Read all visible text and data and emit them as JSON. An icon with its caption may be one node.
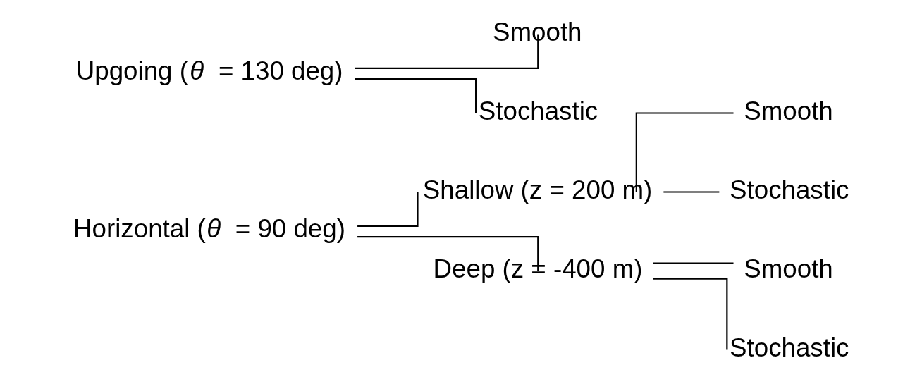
{
  "diagram": {
    "nodes": [
      {
        "text": [
          "Horizontal (*θ* = 90 deg)"
        ]
      },
      {
        "text": [
          "Shallow (z = 200 m)"
        ]
      },
      {
        "text": [
          "Deep (z = -400 m)"
        ]
      },
      {
        "text": [
          "Smooth"
        ]
      },
      {
        "text": [
          "Stochastic"
        ]
      },
      {
        "text": [
          "Smooth"
        ]
      },
      {
        "text": [
          "Stochastic"
        ]
      },
      {
        "text": [
          "Upgoing (*θ* = 130 deg)"
        ]
      },
      {
        "text": [
          "Smooth"
        ]
      },
      {
        "text": [
          "Stochastic"
        ]
      }
    ],
    "edges": [
      {
        "from": 0,
        "to": 1,
        "arrow": "none"
      },
      {
        "from": 0,
        "to": 2,
        "arrow": "none"
      },
      {
        "from": 1,
        "to": 3,
        "arrow": "none"
      },
      {
        "from": 1,
        "to": 4,
        "arrow": "none"
      },
      {
        "from": 2,
        "to": 5,
        "arrow": "none"
      },
      {
        "from": 2,
        "to": 6,
        "arrow": "none"
      },
      {
        "from": 7,
        "to": 8,
        "arrow": "none"
      },
      {
        "from": 7,
        "to": 9,
        "arrow": "none"
      }
    ]
  }
}
